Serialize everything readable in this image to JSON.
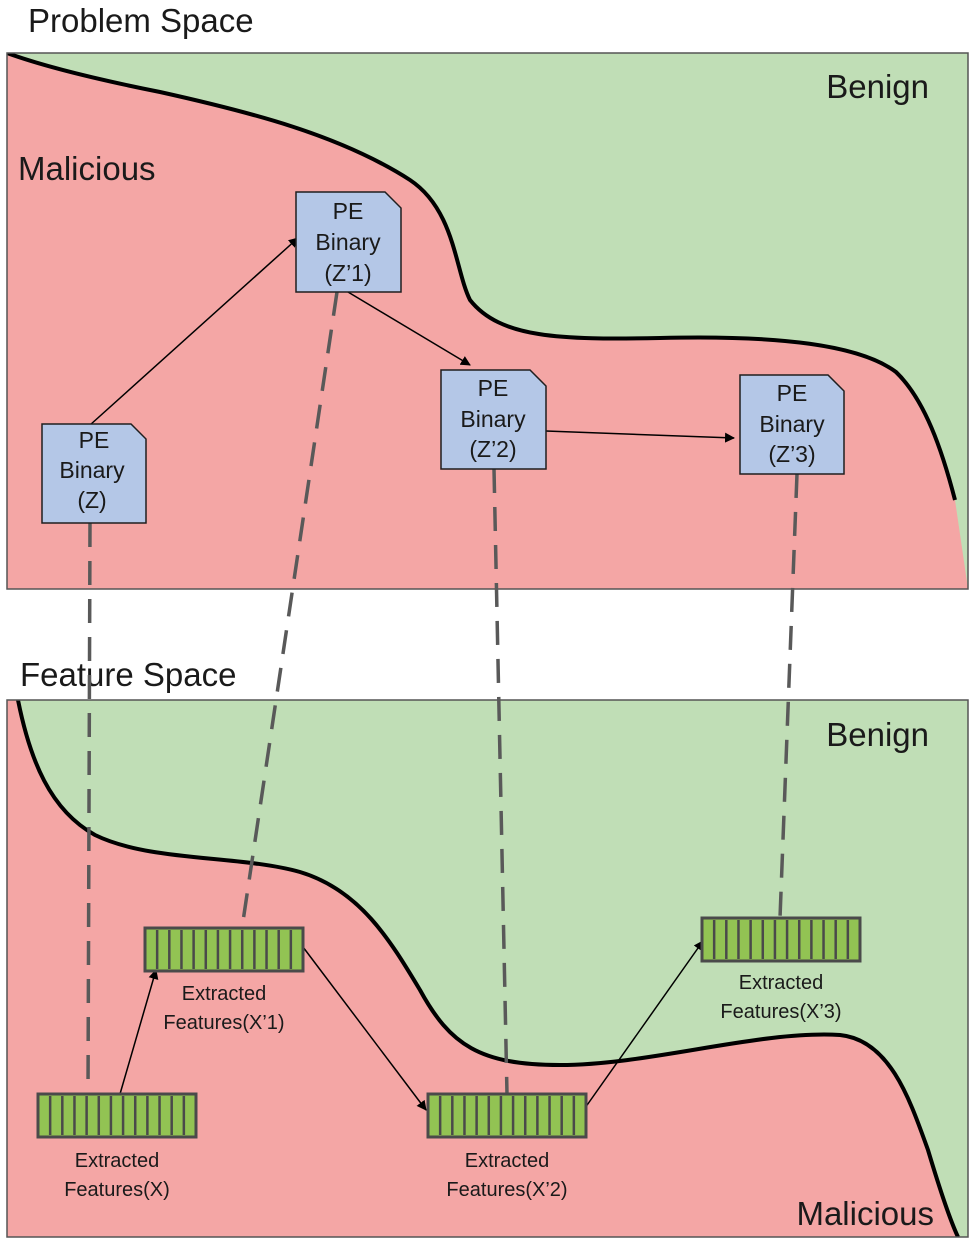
{
  "problem_space": {
    "title": "Problem Space",
    "benign_label": "Benign",
    "malicious_label": "Malicious",
    "binaries": [
      {
        "line1": "PE",
        "line2": "Binary",
        "line3": "(Z)"
      },
      {
        "line1": "PE",
        "line2": "Binary",
        "line3": "(Z’1)"
      },
      {
        "line1": "PE",
        "line2": "Binary",
        "line3": "(Z’2)"
      },
      {
        "line1": "PE",
        "line2": "Binary",
        "line3": "(Z’3)"
      }
    ]
  },
  "feature_space": {
    "title": "Feature Space",
    "benign_label": "Benign",
    "malicious_label": "Malicious",
    "vectors": [
      {
        "line1": "Extracted",
        "line2": "Features(X)"
      },
      {
        "line1": "Extracted",
        "line2": "Features(X’1)"
      },
      {
        "line1": "Extracted",
        "line2": "Features(X’2)"
      },
      {
        "line1": "Extracted",
        "line2": "Features(X’3)"
      }
    ]
  },
  "colors": {
    "benign": "#c0deb6",
    "malicious": "#f4a6a5",
    "binary_fill": "#b4c7e7",
    "feature_fill": "#92c353"
  }
}
